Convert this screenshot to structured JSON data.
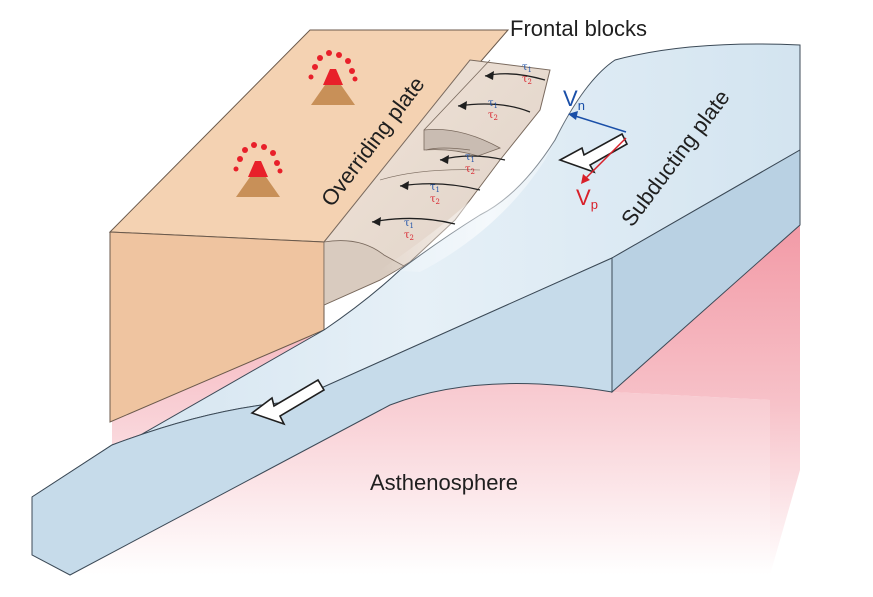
{
  "labels": {
    "frontal_blocks": "Frontal blocks",
    "overriding_plate": "Overriding plate",
    "subducting_plate": "Subducting plate",
    "asthenosphere": "Asthenosphere"
  },
  "vectors": {
    "vn": "V",
    "vn_sub": "n",
    "vp": "V",
    "vp_sub": "p"
  },
  "stress_symbols": {
    "tau1": "τ",
    "tau1_sub": "1",
    "tau2": "τ",
    "tau2_sub": "2"
  },
  "colors": {
    "overriding_plate": "#f2c9a3",
    "subducting_plate": "#d6e6f1",
    "asthenosphere": "#f2a8b2",
    "volcano_red": "#e8202a",
    "vn_blue": "#1a4fa8",
    "vp_red": "#d8202a"
  },
  "icons": [
    "volcano-icon",
    "arrow-icon"
  ]
}
